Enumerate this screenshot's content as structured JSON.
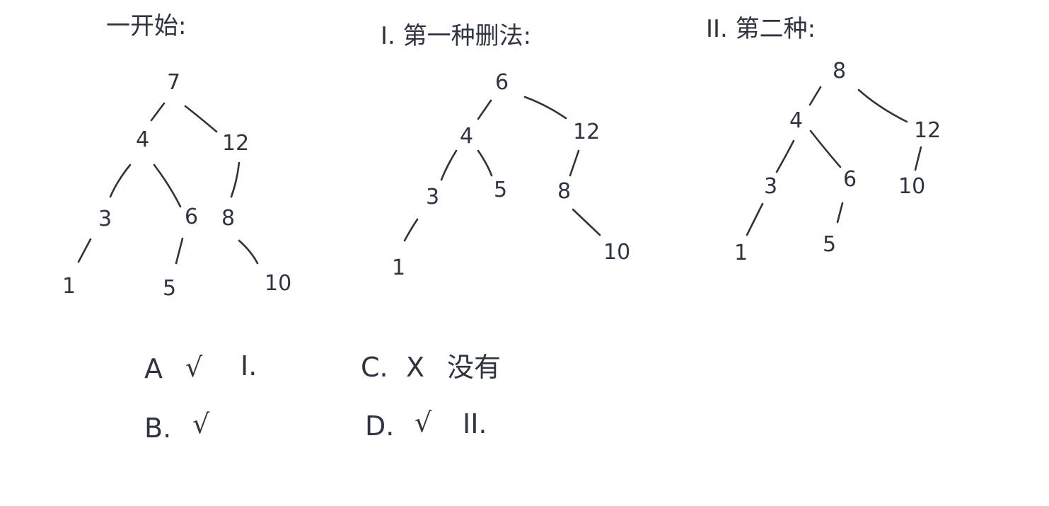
{
  "titles": {
    "start": "一开始:",
    "first": "I. 第一种删法:",
    "second": "II. 第二种:"
  },
  "trees": {
    "start": {
      "n7": "7",
      "n4": "4",
      "n12": "12",
      "n3": "3",
      "n6": "6",
      "n8": "8",
      "n1": "1",
      "n5": "5",
      "n10": "10"
    },
    "first": {
      "n6": "6",
      "n4": "4",
      "n12": "12",
      "n3": "3",
      "n5": "5",
      "n8": "8",
      "n1": "1",
      "n10": "10"
    },
    "second": {
      "n8": "8",
      "n4": "4",
      "n12": "12",
      "n3": "3",
      "n6": "6",
      "n10": "10",
      "n1": "1",
      "n5": "5"
    }
  },
  "answers": {
    "a": {
      "letter": "A",
      "mark": "√",
      "note": "I."
    },
    "b": {
      "letter": "B.",
      "mark": "√",
      "note": ""
    },
    "c": {
      "letter": "C.",
      "mark": "X",
      "note": "没有"
    },
    "d": {
      "letter": "D.",
      "mark": "√",
      "note": "II."
    }
  }
}
